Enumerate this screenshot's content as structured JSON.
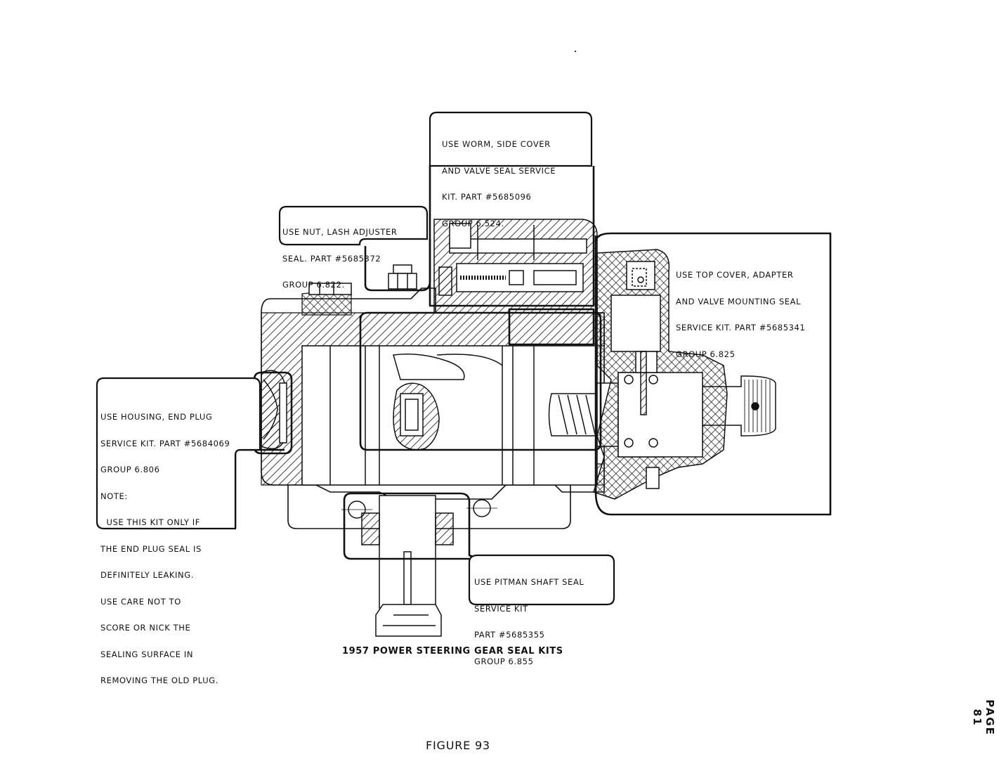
{
  "document": {
    "caption": "1957 POWER STEERING GEAR SEAL KITS",
    "figure_label": "FIGURE 93",
    "page_label": "PAGE 81"
  },
  "callouts": {
    "worm_side_cover": {
      "lines": [
        "USE WORM, SIDE COVER",
        "AND VALVE SEAL SERVICE",
        "KIT. PART #5685096",
        "GROUP 6.524."
      ],
      "part_number": "5685096",
      "group": "6.524"
    },
    "lash_adjuster": {
      "lines": [
        "USE NUT, LASH ADJUSTER",
        "SEAL. PART #5685372",
        "GROUP 6.822."
      ],
      "part_number": "5685372",
      "group": "6.822"
    },
    "top_cover_adapter": {
      "lines": [
        "USE TOP COVER, ADAPTER",
        "AND VALVE MOUNTING SEAL",
        "SERVICE KIT. PART #5685341",
        "GROUP 6.825"
      ],
      "part_number": "5685341",
      "group": "6.825"
    },
    "housing_end_plug": {
      "lines": [
        "USE HOUSING, END PLUG",
        "SERVICE KIT. PART #5684069",
        "GROUP 6.806",
        "NOTE:",
        "  USE THIS KIT ONLY IF",
        "THE END PLUG SEAL IS",
        "DEFINITELY LEAKING.",
        "USE CARE NOT TO",
        "SCORE OR NICK THE",
        "SEALING SURFACE IN",
        "REMOVING THE OLD PLUG."
      ],
      "part_number": "5684069",
      "group": "6.806"
    },
    "pitman_shaft": {
      "lines": [
        "USE PITMAN SHAFT SEAL",
        "SERVICE KIT",
        "PART #5685355",
        "GROUP 6.855"
      ],
      "part_number": "5685355",
      "group": "6.855"
    }
  },
  "colors": {
    "ink": "#111111",
    "paper": "#ffffff"
  }
}
